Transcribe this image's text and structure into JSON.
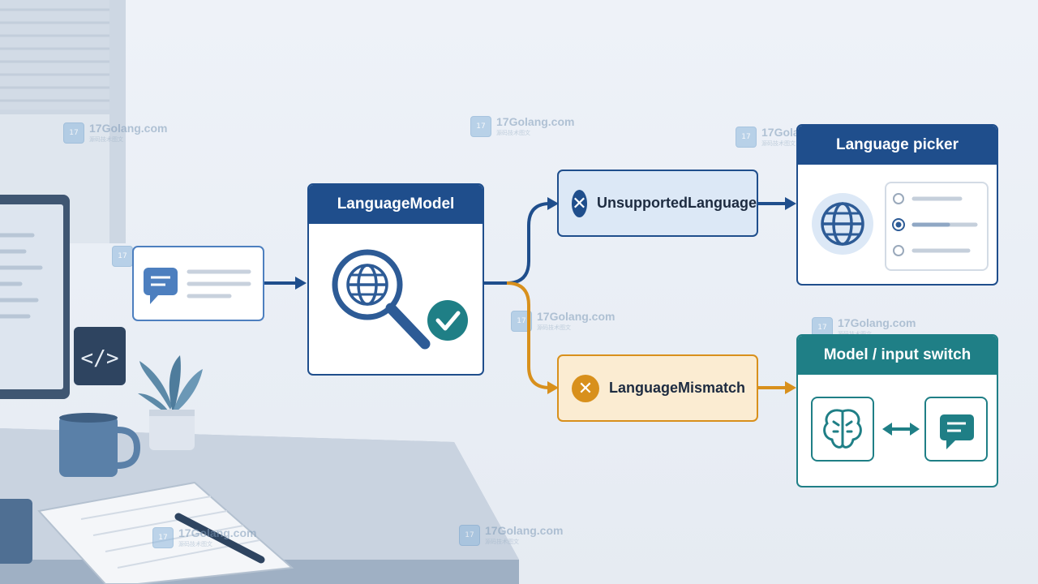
{
  "watermark": {
    "text": "17Golang.com",
    "sub": "源码技术图文",
    "logo": "17"
  },
  "diagram": {
    "model_node": {
      "title": "LanguageModel",
      "icons": [
        "search-globe-icon",
        "check-circle-icon"
      ]
    },
    "input_node": {
      "icons": [
        "chat-bubble-icon"
      ]
    },
    "error_unsupported": {
      "label": "UnsupportedLanguage",
      "icon": "x-circle-icon",
      "color": "#1f4e8c"
    },
    "error_mismatch": {
      "label": "LanguageMismatch",
      "icon": "x-circle-icon",
      "color": "#d8901c"
    },
    "picker_node": {
      "title": "Language picker",
      "icons": [
        "globe-icon",
        "radio-icon"
      ],
      "selected_option": 2
    },
    "switch_node": {
      "title": "Model / input switch",
      "icons": [
        "brain-icon",
        "swap-arrows-icon",
        "chat-bubble-icon"
      ],
      "color": "#1f7f86"
    }
  },
  "colors": {
    "primary": "#1f4e8c",
    "warning": "#d8901c",
    "teal": "#1f7f86",
    "check": "#1f7f86"
  }
}
